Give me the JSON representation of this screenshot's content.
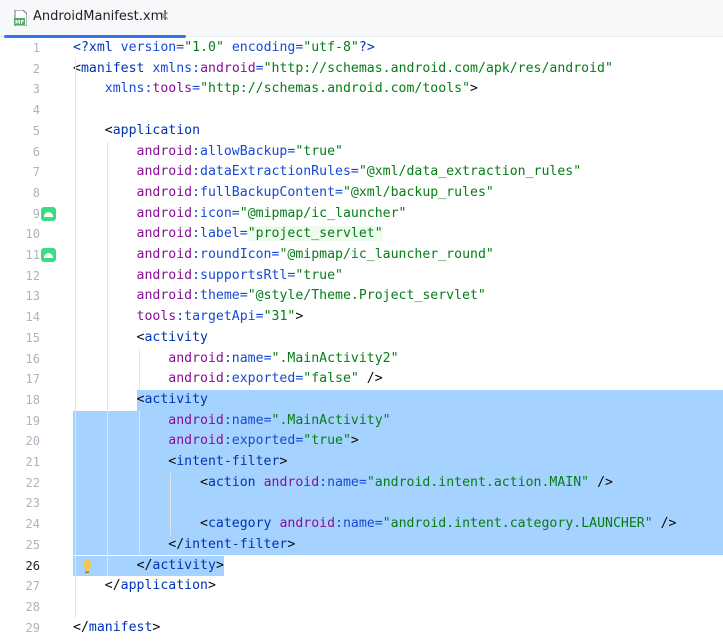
{
  "tab": {
    "title": "AndroidManifest.xml",
    "close_glyph": "×",
    "icon": "xml-file-icon",
    "icon_label": "MF"
  },
  "editor": {
    "current_line": 26,
    "lines": [
      {
        "n": "1",
        "tokens": [
          [
            "pi",
            "<?"
          ],
          [
            "tag",
            "xml"
          ],
          [
            "attr",
            " version="
          ],
          [
            "val",
            "\"1.0\""
          ],
          [
            "attr",
            " encoding="
          ],
          [
            "val",
            "\"utf-8\""
          ],
          [
            "pi",
            "?>"
          ]
        ]
      },
      {
        "n": "2",
        "tokens": [
          [
            "bracket",
            "<"
          ],
          [
            "tag",
            "manifest"
          ],
          [
            "attr",
            " xmlns:"
          ],
          [
            "ns",
            "android"
          ],
          [
            "attr",
            "="
          ],
          [
            "val",
            "\"http://schemas.android.com/apk/res/android\""
          ]
        ]
      },
      {
        "n": "3",
        "tokens": [
          [
            "attr",
            "    xmlns:"
          ],
          [
            "ns",
            "tools"
          ],
          [
            "attr",
            "="
          ],
          [
            "val",
            "\"http://schemas.android.com/tools\""
          ],
          [
            "bracket",
            ">"
          ]
        ]
      },
      {
        "n": "4",
        "tokens": []
      },
      {
        "n": "5",
        "tokens": [
          [
            "bracket",
            "    <"
          ],
          [
            "tag",
            "application"
          ]
        ]
      },
      {
        "n": "6",
        "tokens": [
          [
            "ns",
            "        android"
          ],
          [
            "attr",
            ":allowBackup"
          ],
          [
            "attr",
            "="
          ],
          [
            "val",
            "\"true\""
          ]
        ]
      },
      {
        "n": "7",
        "tokens": [
          [
            "ns",
            "        android"
          ],
          [
            "attr",
            ":dataExtractionRules"
          ],
          [
            "attr",
            "="
          ],
          [
            "val",
            "\"@xml/data_extraction_rules\""
          ]
        ]
      },
      {
        "n": "8",
        "tokens": [
          [
            "ns",
            "        android"
          ],
          [
            "attr",
            ":fullBackupContent"
          ],
          [
            "attr",
            "="
          ],
          [
            "val",
            "\"@xml/backup_rules\""
          ]
        ]
      },
      {
        "n": "9",
        "icon": true,
        "tokens": [
          [
            "ns",
            "        android"
          ],
          [
            "attr",
            ":icon"
          ],
          [
            "attr",
            "="
          ],
          [
            "val",
            "\"@mipmap/ic_launcher\""
          ]
        ]
      },
      {
        "n": "10",
        "tokens": [
          [
            "ns",
            "        android"
          ],
          [
            "attr",
            ":label"
          ],
          [
            "attr",
            "="
          ],
          [
            "hlval",
            "\"project_servlet\""
          ]
        ]
      },
      {
        "n": "11",
        "icon": true,
        "tokens": [
          [
            "ns",
            "        android"
          ],
          [
            "attr",
            ":roundIcon"
          ],
          [
            "attr",
            "="
          ],
          [
            "val",
            "\"@mipmap/ic_launcher_round\""
          ]
        ]
      },
      {
        "n": "12",
        "tokens": [
          [
            "ns",
            "        android"
          ],
          [
            "attr",
            ":supportsRtl"
          ],
          [
            "attr",
            "="
          ],
          [
            "val",
            "\"true\""
          ]
        ]
      },
      {
        "n": "13",
        "tokens": [
          [
            "ns",
            "        android"
          ],
          [
            "attr",
            ":theme"
          ],
          [
            "attr",
            "="
          ],
          [
            "val",
            "\"@style/Theme.Project_servlet\""
          ]
        ]
      },
      {
        "n": "14",
        "tokens": [
          [
            "ns",
            "        tools"
          ],
          [
            "attr",
            ":targetApi"
          ],
          [
            "attr",
            "="
          ],
          [
            "val",
            "\"31\""
          ],
          [
            "bracket",
            ">"
          ]
        ]
      },
      {
        "n": "15",
        "tokens": [
          [
            "bracket",
            "        <"
          ],
          [
            "tag",
            "activity"
          ]
        ]
      },
      {
        "n": "16",
        "tokens": [
          [
            "ns",
            "            android"
          ],
          [
            "attr",
            ":name"
          ],
          [
            "attr",
            "="
          ],
          [
            "val",
            "\".MainActivity2\""
          ]
        ]
      },
      {
        "n": "17",
        "tokens": [
          [
            "ns",
            "            android"
          ],
          [
            "attr",
            ":exported"
          ],
          [
            "attr",
            "="
          ],
          [
            "val",
            "\"false\""
          ],
          [
            "bracket",
            " />"
          ]
        ]
      },
      {
        "n": "18",
        "sel": "from-tag",
        "tokens": [
          [
            "bracket",
            "        <"
          ],
          [
            "tag",
            "activity"
          ]
        ]
      },
      {
        "n": "19",
        "sel": "full",
        "tokens": [
          [
            "ns",
            "            android"
          ],
          [
            "attr",
            ":name"
          ],
          [
            "attr",
            "="
          ],
          [
            "val",
            "\".MainActivity\""
          ]
        ]
      },
      {
        "n": "20",
        "sel": "full",
        "tokens": [
          [
            "ns",
            "            android"
          ],
          [
            "attr",
            ":exported"
          ],
          [
            "attr",
            "="
          ],
          [
            "val",
            "\"true\""
          ],
          [
            "bracket",
            ">"
          ]
        ]
      },
      {
        "n": "21",
        "sel": "full",
        "tokens": [
          [
            "bracket",
            "            <"
          ],
          [
            "tag",
            "intent-filter"
          ],
          [
            "bracket",
            ">"
          ]
        ]
      },
      {
        "n": "22",
        "sel": "full",
        "tokens": [
          [
            "bracket",
            "                <"
          ],
          [
            "tag",
            "action"
          ],
          [
            "ns",
            " android"
          ],
          [
            "attr",
            ":name"
          ],
          [
            "attr",
            "="
          ],
          [
            "val",
            "\"android.intent.action.MAIN\""
          ],
          [
            "bracket",
            " />"
          ]
        ]
      },
      {
        "n": "23",
        "sel": "full",
        "tokens": []
      },
      {
        "n": "24",
        "sel": "full",
        "tokens": [
          [
            "bracket",
            "                <"
          ],
          [
            "tag",
            "category"
          ],
          [
            "ns",
            " android"
          ],
          [
            "attr",
            ":name"
          ],
          [
            "attr",
            "="
          ],
          [
            "val",
            "\"android.intent.category.LAUNCHER\""
          ],
          [
            "bracket",
            " />"
          ]
        ]
      },
      {
        "n": "25",
        "sel": "full",
        "tokens": [
          [
            "bracket",
            "            </"
          ],
          [
            "tag",
            "intent-filter"
          ],
          [
            "bracket",
            ">"
          ]
        ]
      },
      {
        "n": "26",
        "sel": "to-end",
        "bulb": true,
        "tokens": [
          [
            "bracket",
            "        </"
          ],
          [
            "tag",
            "activity"
          ],
          [
            "bracket",
            ">"
          ]
        ]
      },
      {
        "n": "27",
        "tokens": [
          [
            "bracket",
            "    </"
          ],
          [
            "tag",
            "application"
          ],
          [
            "bracket",
            ">"
          ]
        ]
      },
      {
        "n": "28",
        "tokens": []
      },
      {
        "n": "29",
        "tokens": [
          [
            "bracket",
            "</"
          ],
          [
            "tag",
            "manifest"
          ],
          [
            "bracket",
            ">"
          ]
        ]
      }
    ]
  },
  "colors": {
    "selection": "#a6d2ff",
    "tab_accent": "#3574f0",
    "android_icon": "#3ddc84",
    "tag": "#0033b3",
    "namespace": "#871094",
    "attribute": "#174ad4",
    "value": "#067d17"
  }
}
